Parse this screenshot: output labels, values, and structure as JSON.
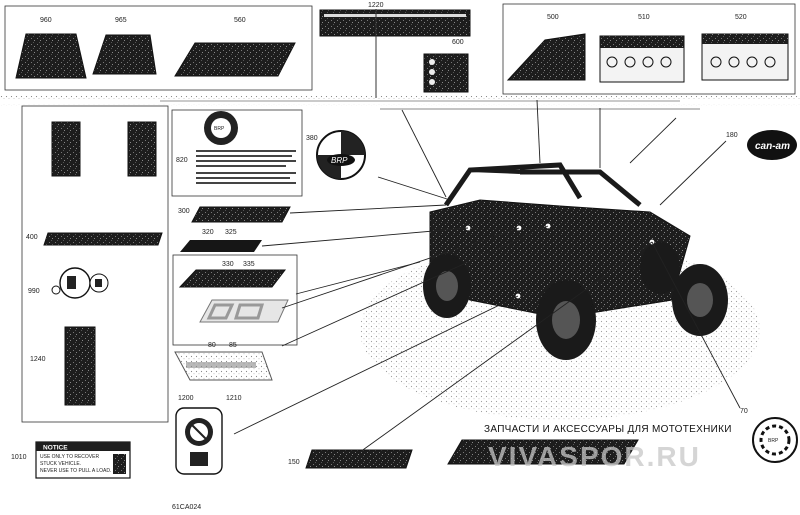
{
  "part_numbers": {
    "p960": "960",
    "p965": "965",
    "p560": "560",
    "p1220": "1220",
    "p600": "600",
    "p500": "500",
    "p510": "510",
    "p520": "520",
    "p380": "380",
    "p180": "180",
    "p820": "820",
    "p300": "300",
    "p320": "320",
    "p325": "325",
    "p400": "400",
    "p990": "990",
    "p330": "330",
    "p335": "335",
    "p1240": "1240",
    "p80": "80",
    "p85": "85",
    "p1200": "1200",
    "p1210": "1210",
    "p1010": "1010",
    "p150": "150",
    "p70": "70"
  },
  "figure_code": "61CA024",
  "decal_texts": {
    "can_am": "can-am",
    "brp": "BRP",
    "notice_title": "NOTICE",
    "notice_lines": [
      "USE ONLY TO RECOVER",
      "STUCK VEHICLE.",
      "NEVER USE TO PULL A LOAD."
    ]
  },
  "watermark": {
    "caption": "ЗАПЧАСТИ И АКСЕССУАРЫ ДЛЯ МОТОТЕХНИКИ",
    "site": "VIVASPOR.RU"
  }
}
